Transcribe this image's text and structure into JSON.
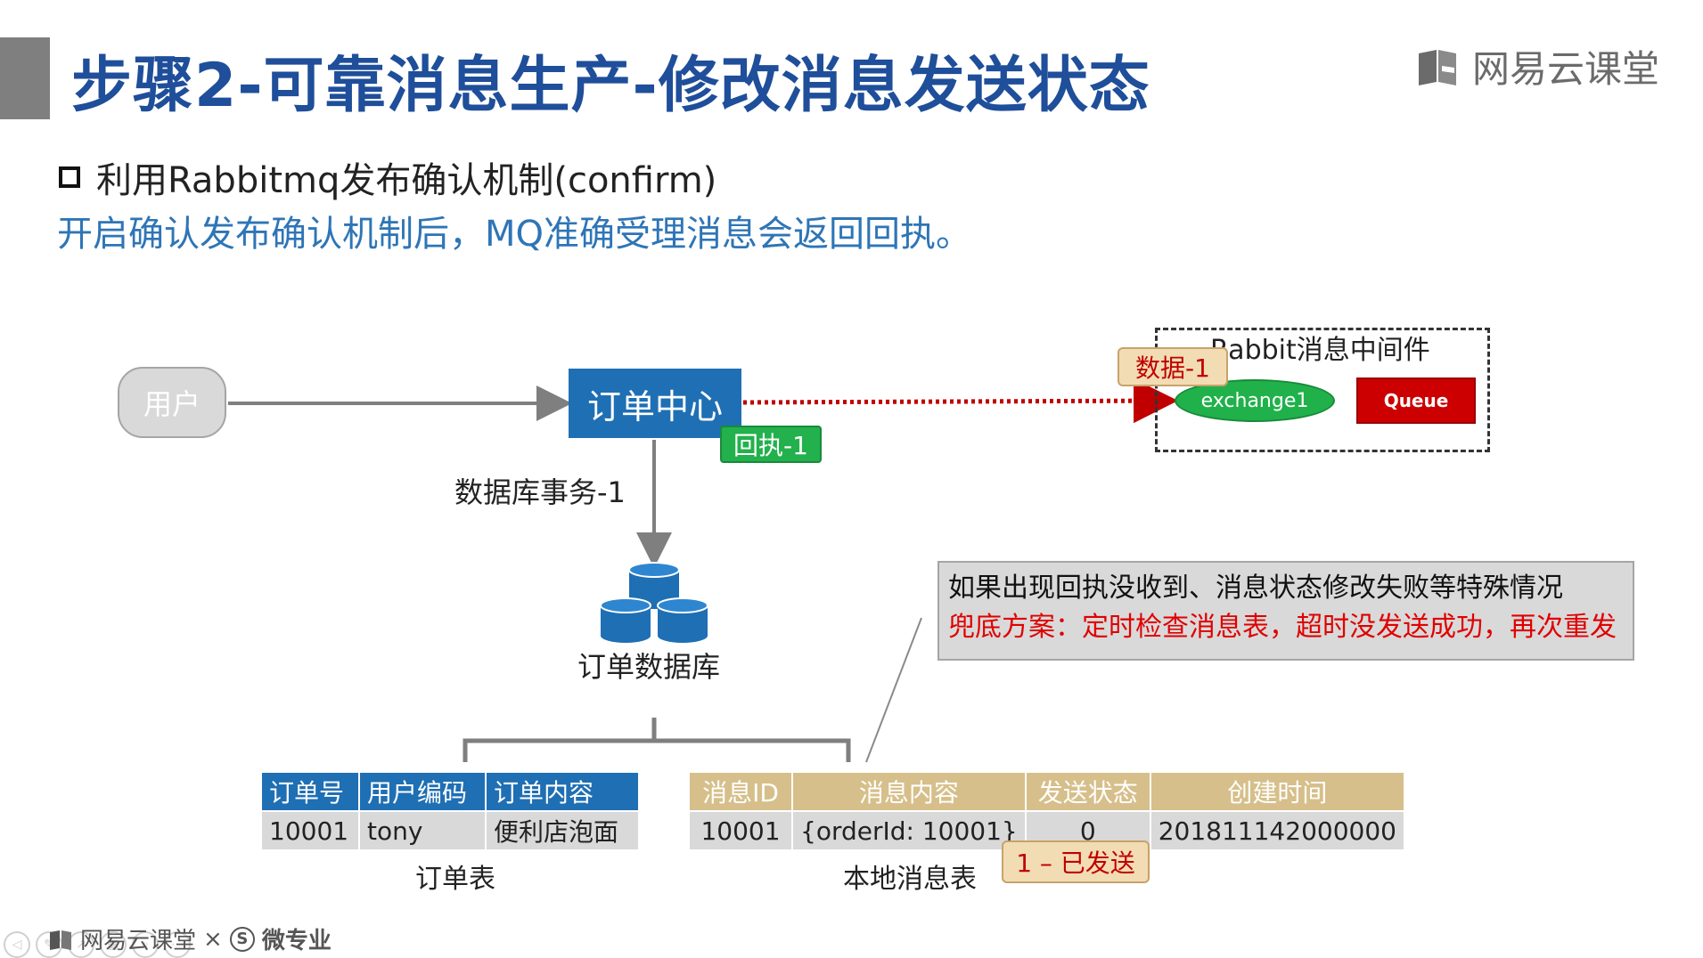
{
  "slide": {
    "title": "步骤2-可靠消息生产-修改消息发送状态",
    "brand": "网易云课堂",
    "bullet": "利用Rabbitmq发布确认机制(confirm)",
    "subtitle": "开启确认发布确认机制后，MQ准确受理消息会返回回执。"
  },
  "diagram": {
    "user_label": "用户",
    "order_center_label": "订单中心",
    "receipt_tag": "回执-1",
    "db_transaction_label": "数据库事务-1",
    "order_db_label": "订单数据库",
    "rabbit_title": "Rabbit消息中间件",
    "data_tag": "数据-1",
    "exchange_label": "exchange1",
    "queue_label": "Queue",
    "note_line1": "如果出现回执没收到、消息状态修改失败等特殊情况",
    "note_line2": "兜底方案：定时检查消息表，超时没发送成功，再次重发",
    "sent_tag": "1 – 已发送"
  },
  "order_table": {
    "label": "订单表",
    "headers": [
      "订单号",
      "用户编码",
      "订单内容"
    ],
    "row": [
      "10001",
      "tony",
      "便利店泡面"
    ]
  },
  "message_table": {
    "label": "本地消息表",
    "headers": [
      "消息ID",
      "消息内容",
      "发送状态",
      "创建时间"
    ],
    "row": [
      "10001",
      "{orderId: 10001}",
      "0",
      "201811142000000"
    ]
  },
  "footer": {
    "brand": "网易云课堂",
    "separator": "×",
    "partner_icon": "S",
    "partner": "微专业"
  },
  "colors": {
    "title": "#1f4e9a",
    "subtitle": "#2e75b6",
    "order_box": "#1f6fb4",
    "receipt_green": "#22b14c",
    "queue_red": "#cc0000",
    "table_gold": "#d6bf8a"
  }
}
